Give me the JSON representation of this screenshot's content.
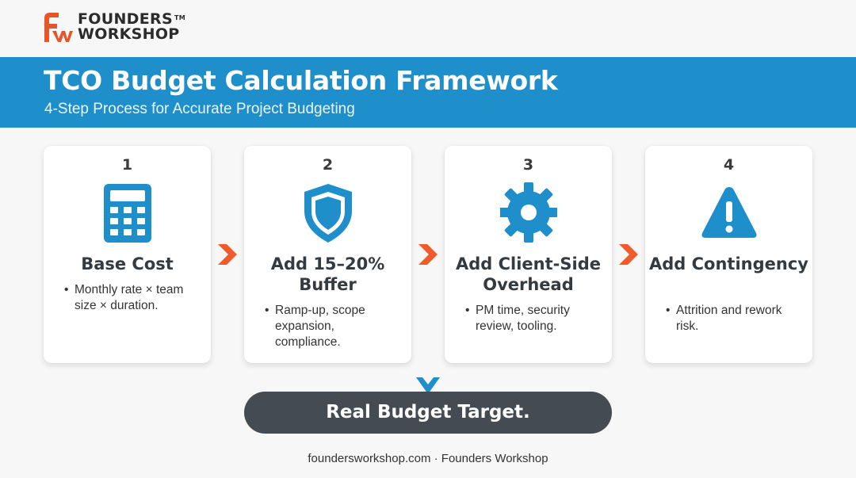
{
  "brand": {
    "line1": "FOUNDERS",
    "line2": "WORKSHOP",
    "tm": "TM",
    "mark_color": "#e8542a",
    "dark_color": "#2b2b2b"
  },
  "header": {
    "title": "TCO Budget Calculation Framework",
    "subtitle": "4-Step Process for Accurate Project Budgeting",
    "bg_color": "#1f8fcb"
  },
  "steps": [
    {
      "number": "1",
      "icon": "calculator-icon",
      "title": "Base Cost",
      "bullet": "Monthly rate × team size × duration."
    },
    {
      "number": "2",
      "icon": "shield-icon",
      "title": "Add 15–20% Buffer",
      "bullet": "Ramp-up, scope expansion, compliance."
    },
    {
      "number": "3",
      "icon": "gear-icon",
      "title": "Add Client-Side Overhead",
      "bullet": "PM time, security review, tooling."
    },
    {
      "number": "4",
      "icon": "warning-icon",
      "title": "Add Contingency",
      "bullet": "Attrition and rework risk."
    }
  ],
  "result": {
    "label": "Real Budget Target."
  },
  "footer": {
    "text": "foundersworkshop.com · Founders Workshop"
  },
  "colors": {
    "accent_blue": "#1f8fcb",
    "arrow_orange": "#ef5b2b",
    "pill_dark": "#444b52"
  }
}
